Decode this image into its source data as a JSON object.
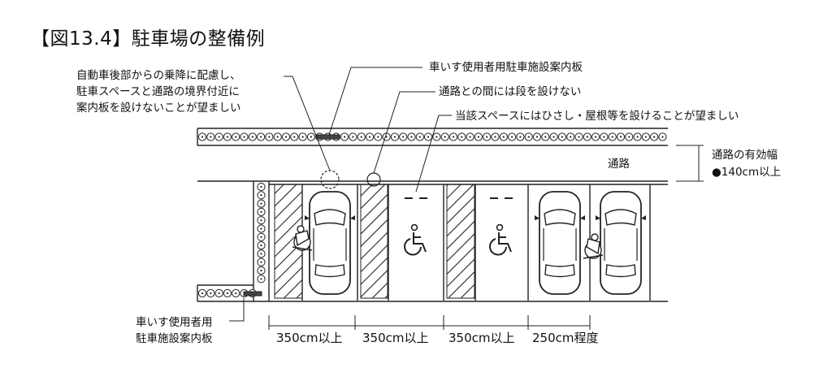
{
  "title": "【図13.4】駐車場の整備例",
  "annotations": {
    "left_note_lines": [
      "自動車後部からの乗降に配慮し、",
      "駐車スペースと通路の境界付近に",
      "案内板を設けないことが望ましい"
    ],
    "sign_label_top": "車いす使用者用駐車施設案内板",
    "no_step": "通路との間には段を設けない",
    "roof_note": "当該スペースにはひさし・屋根等を設けることが望ましい",
    "aisle": "通路",
    "aisle_width_lines": [
      "通路の有効幅",
      "●140cm以上"
    ],
    "sign_label_bottom_lines": [
      "車いす使用者用",
      "駐車施設案内板"
    ]
  },
  "dimensions": [
    "350cm以上",
    "350cm以上",
    "350cm以上",
    "250cm程度"
  ],
  "icons": [
    "hedge-icon",
    "sign-board-icon",
    "wheelchair-symbol-icon",
    "car-icon",
    "wheelchair-user-icon"
  ]
}
